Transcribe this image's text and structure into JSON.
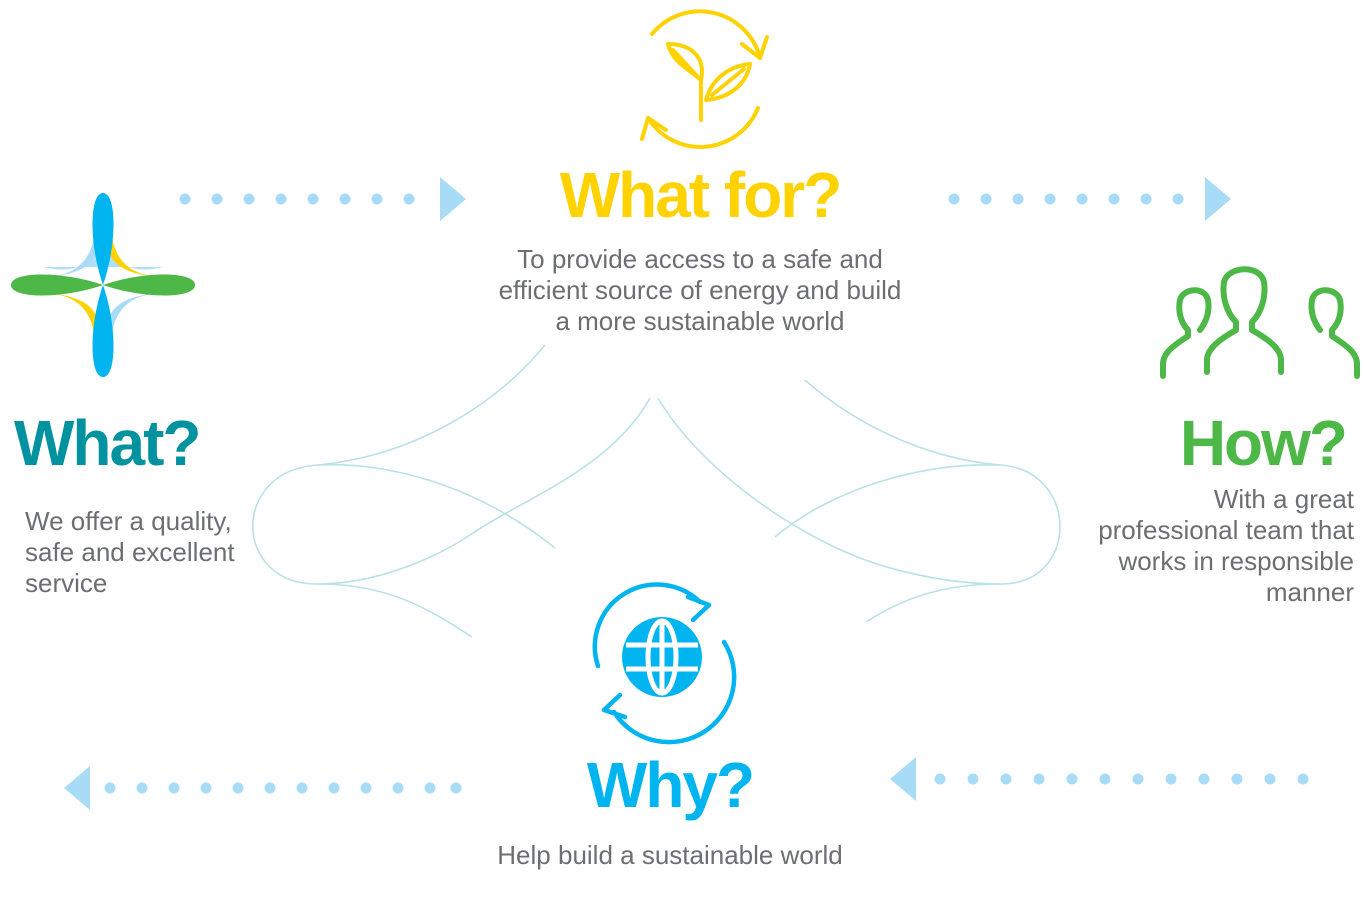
{
  "colors": {
    "what": "#00929f",
    "what_for": "#ffd200",
    "how": "#4db848",
    "why": "#00b5ef",
    "arrows": "#a8dcf6",
    "curves": "#b9e1e6",
    "body_text": "#6d6e71"
  },
  "icons": {
    "what": "four-point-star-logo-icon",
    "what_for": "sprout-cycle-icon",
    "how": "team-people-icon",
    "why": "globe-cycle-icon"
  },
  "sections": {
    "what_for": {
      "title": "What for?",
      "text": "To provide access to a safe and efficient source of energy and build a more sustainable world"
    },
    "what": {
      "title": "What?",
      "text": "We offer a quality, safe and excellent service"
    },
    "how": {
      "title": "How?",
      "text": "With a great professional team that works in responsible manner"
    },
    "why": {
      "title": "Why?",
      "text": "Help build a sustainable world"
    }
  },
  "arrows": [
    {
      "from": "what",
      "to": "what_for",
      "direction": "right"
    },
    {
      "from": "what_for",
      "to": "how",
      "direction": "right"
    },
    {
      "from": "how",
      "to": "why",
      "direction": "left"
    },
    {
      "from": "why",
      "to": "what",
      "direction": "left"
    }
  ]
}
